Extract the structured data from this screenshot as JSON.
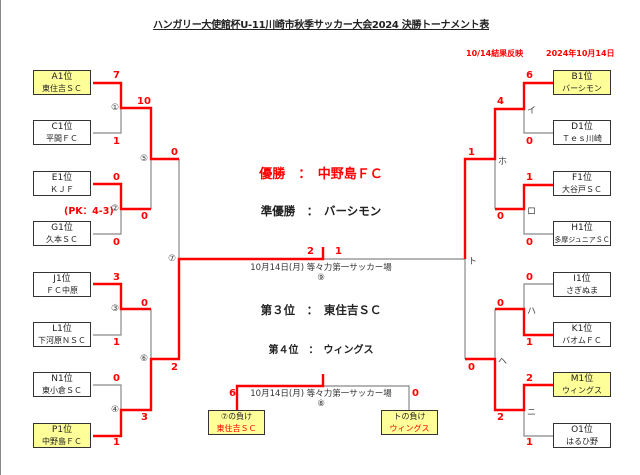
{
  "title": "ハンガリー大使館杯U-11川崎市秋季サッカー大会2024 決勝トーナメント表",
  "update_note": "10/14結果反映",
  "date": "2024年10月14日",
  "left_teams": [
    {
      "seed": "A1位",
      "name": "東住吉ＳＣ",
      "score": "7"
    },
    {
      "seed": "C1位",
      "name": "平間ＦＣ",
      "score": "1"
    },
    {
      "seed": "E1位",
      "name": "ＫＪＦ",
      "score": "0"
    },
    {
      "seed": "G1位",
      "name": "久本ＳＣ",
      "score": "0"
    },
    {
      "seed": "J1位",
      "name": "ＦＣ中原",
      "score": "3"
    },
    {
      "seed": "L1位",
      "name": "下河原ＮＳＣ",
      "score": "1"
    },
    {
      "seed": "N1位",
      "name": "東小倉ＳＣ",
      "score": "0"
    },
    {
      "seed": "P1位",
      "name": "中野島ＦＣ",
      "score": "1"
    }
  ],
  "right_teams": [
    {
      "seed": "B1位",
      "name": "バーシモン",
      "score": "6"
    },
    {
      "seed": "D1位",
      "name": "Ｔｅｓ川崎",
      "score": "0"
    },
    {
      "seed": "F1位",
      "name": "大谷戸ＳＣ",
      "score": "1"
    },
    {
      "seed": "H1位",
      "name": "多摩ジュニアＳＣ",
      "score": "0"
    },
    {
      "seed": "I1位",
      "name": "さぎぬま",
      "score": "0"
    },
    {
      "seed": "K1位",
      "name": "バオムＦＣ",
      "score": "1"
    },
    {
      "seed": "M1位",
      "name": "ウィングス",
      "score": "2"
    },
    {
      "seed": "O1位",
      "name": "はるひ野",
      "score": "1"
    }
  ],
  "match_labels": {
    "m1": "①",
    "m2": "②",
    "m3": "③",
    "m4": "④",
    "m5": "⑤",
    "m6": "⑥",
    "m7": "⑦",
    "m8": "⑧",
    "m9": "⑨",
    "i": "イ",
    "ro": "ロ",
    "ha": "ハ",
    "ni": "ニ",
    "ho": "ホ",
    "he": "ヘ",
    "to": "ト"
  },
  "pk_note": "(PK：4-3)",
  "round2_scores": {
    "m5_top": "10",
    "m5_bottom": "0",
    "m6_top": "0",
    "m6_bottom": "3",
    "ho_top": "4",
    "ho_bottom": "0",
    "he_top": "0",
    "he_bottom": "2"
  },
  "semi_scores": {
    "m7_top": "0",
    "m7_bottom": "2",
    "to_top": "1",
    "to_bottom": "0"
  },
  "final": {
    "left_score": "2",
    "right_score": "1",
    "venue": "10月14日(月) 等々力第一サッカー場"
  },
  "results": {
    "champion": "優勝　：　中野島ＦＣ",
    "runner_up": "準優勝　：　バーシモン",
    "third": "第３位　：　東住吉ＳＣ",
    "fourth": "第４位　：　ウィングス"
  },
  "third_place": {
    "venue": "10月14日(月) 等々力第一サッカー場",
    "left_label": "⑦の負け",
    "left_team": "東住吉ＳＣ",
    "left_score": "6",
    "right_label": "トの負け",
    "right_team": "ウィングス",
    "right_score": "0"
  }
}
